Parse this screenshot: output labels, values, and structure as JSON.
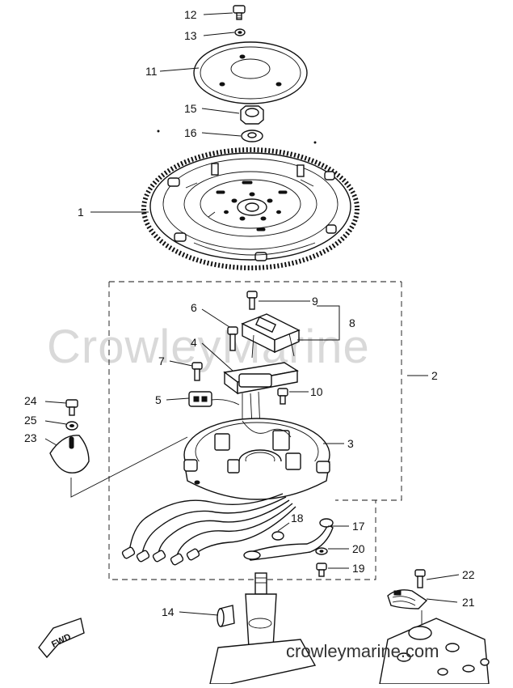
{
  "watermark": {
    "center": "CrowleyMarine",
    "bottom": "crowleymarine.com"
  },
  "fwd_label": "FWD",
  "callouts": [
    {
      "id": "c12",
      "text": "12"
    },
    {
      "id": "c13",
      "text": "13"
    },
    {
      "id": "c11",
      "text": "11"
    },
    {
      "id": "c15",
      "text": "15"
    },
    {
      "id": "c16",
      "text": "16"
    },
    {
      "id": "c1",
      "text": "1"
    },
    {
      "id": "c9",
      "text": "9"
    },
    {
      "id": "c8",
      "text": "8"
    },
    {
      "id": "c6",
      "text": "6"
    },
    {
      "id": "c4",
      "text": "4"
    },
    {
      "id": "c7",
      "text": "7"
    },
    {
      "id": "c2",
      "text": "2"
    },
    {
      "id": "c10",
      "text": "10"
    },
    {
      "id": "c5",
      "text": "5"
    },
    {
      "id": "c24",
      "text": "24"
    },
    {
      "id": "c25",
      "text": "25"
    },
    {
      "id": "c23",
      "text": "23"
    },
    {
      "id": "c3",
      "text": "3"
    },
    {
      "id": "c18",
      "text": "18"
    },
    {
      "id": "c17",
      "text": "17"
    },
    {
      "id": "c20",
      "text": "20"
    },
    {
      "id": "c19",
      "text": "19"
    },
    {
      "id": "c22",
      "text": "22"
    },
    {
      "id": "c21",
      "text": "21"
    },
    {
      "id": "c14",
      "text": "14"
    }
  ]
}
